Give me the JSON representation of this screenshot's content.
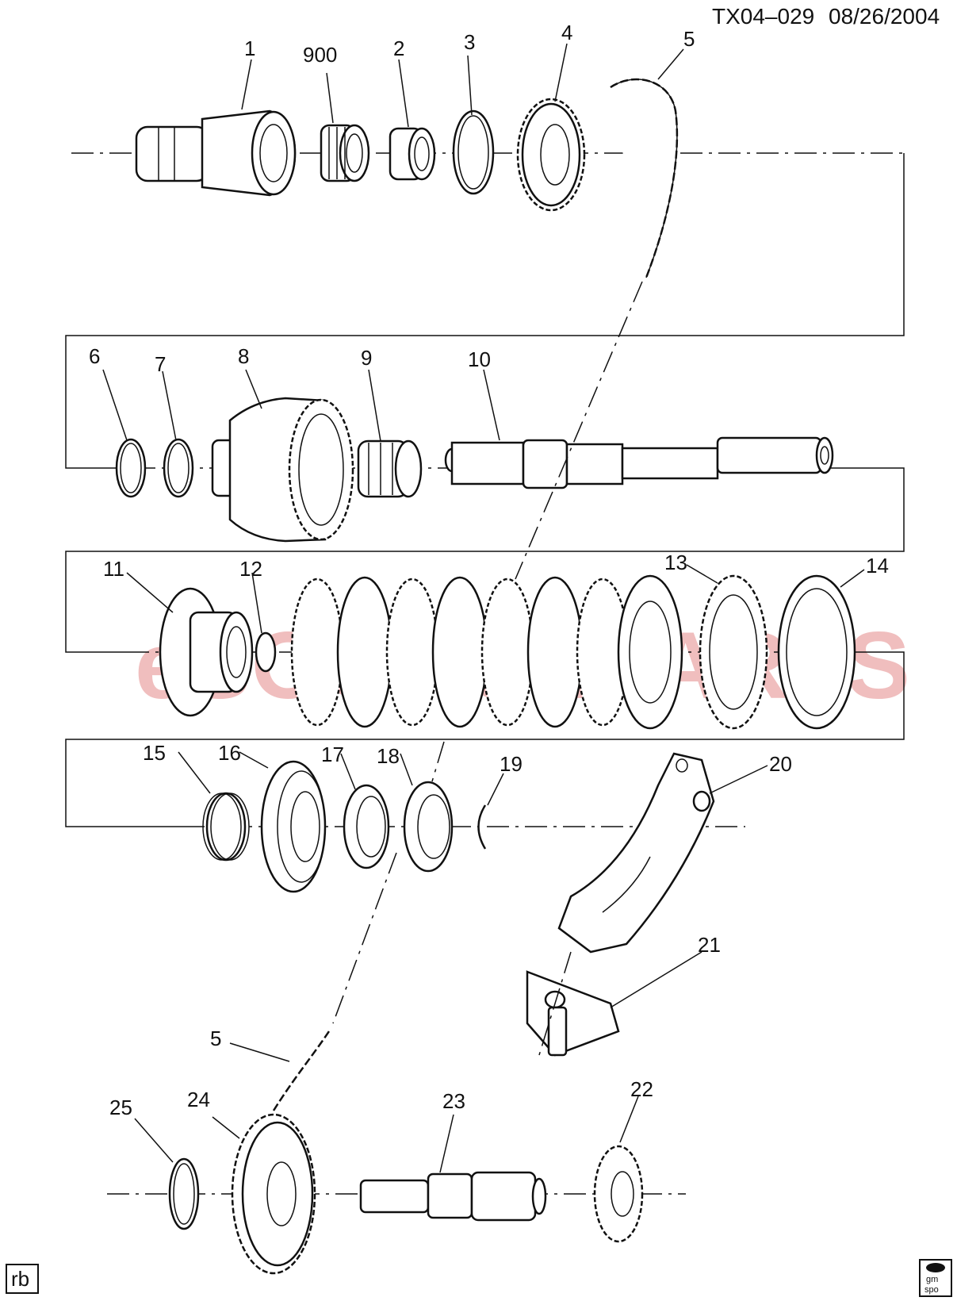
{
  "header": {
    "doc_code": "TX04–029",
    "date": "08/26/2004"
  },
  "watermark": "eSOURCEPARTS",
  "callouts": {
    "c1": "1",
    "c900": "900",
    "c2": "2",
    "c3": "3",
    "c4": "4",
    "c5a": "5",
    "c6": "6",
    "c7": "7",
    "c8": "8",
    "c9": "9",
    "c10": "10",
    "c11": "11",
    "c12": "12",
    "c13": "13",
    "c14": "14",
    "c15": "15",
    "c16": "16",
    "c17": "17",
    "c18": "18",
    "c19": "19",
    "c20": "20",
    "c21": "21",
    "c5b": "5",
    "c22": "22",
    "c23": "23",
    "c24": "24",
    "c25": "25"
  },
  "footer": {
    "left_badge": "rb",
    "logo_line1": "gm",
    "logo_line2": "spo"
  }
}
